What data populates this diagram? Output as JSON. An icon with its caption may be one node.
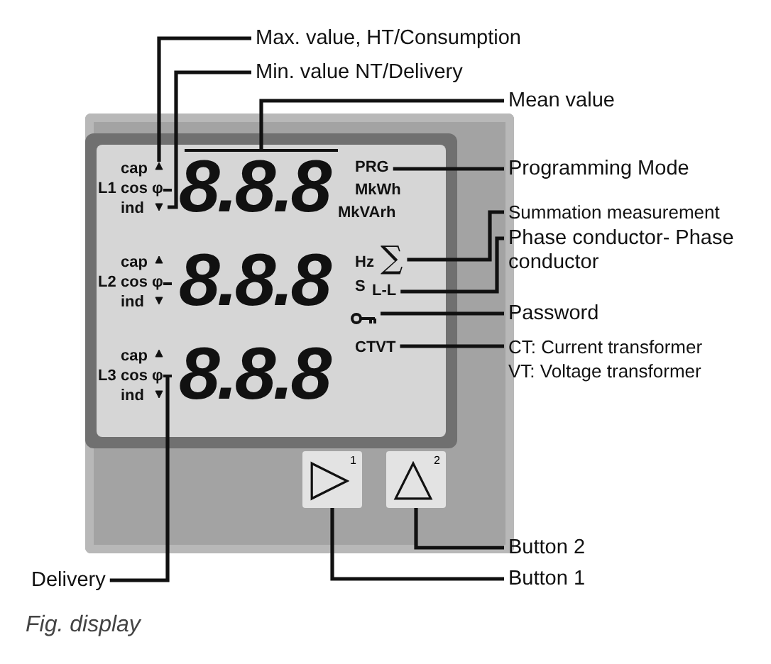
{
  "diagram": {
    "caption": "Fig. display",
    "nodes": [
      {
        "text": [
          "Max. value, HT/Consumption"
        ]
      },
      {
        "text": [
          "Min. value NT/Delivery"
        ]
      },
      {
        "text": [
          "Mean value"
        ]
      },
      {
        "text": [],
        "shape": "box"
      },
      {
        "text": [],
        "shape": "box",
        "in": 3
      },
      {
        "text": [],
        "shape": "triangle",
        "in": 4
      },
      {
        "text": [],
        "shape": "triangle",
        "in": 4
      },
      {
        "text": [],
        "shape": "bar",
        "in": 4
      },
      {
        "text": [
          "PRG"
        ],
        "in": 4
      },
      {
        "text": [
          "Programming Mode"
        ]
      },
      {
        "text": [
          "Summation measurement"
        ]
      },
      {
        "text": [
          "∑"
        ],
        "in": 4
      },
      {
        "text": [
          "Phase conductor- Phase conductor"
        ]
      },
      {
        "text": [
          "L-L"
        ],
        "in": 4
      },
      {
        "text": [
          "Password"
        ]
      },
      {
        "text": [],
        "shape": "key",
        "in": 4
      },
      {
        "text": [
          "CT: Current transformer",
          "VT: Voltage transformer"
        ]
      },
      {
        "text": [
          "CTVT"
        ],
        "in": 4
      },
      {
        "text": [],
        "shape": "bar",
        "in": 4
      },
      {
        "text": [
          "1"
        ],
        "in": 3
      },
      {
        "text": [
          "2"
        ],
        "in": 3
      },
      {
        "text": [
          "Button 2"
        ]
      },
      {
        "text": [
          "Button 1"
        ]
      },
      {
        "text": [
          "Delivery"
        ]
      }
    ],
    "edges": [
      {
        "from": 0,
        "to": 5,
        "arrow": "none"
      },
      {
        "from": 1,
        "to": 6,
        "arrow": "none"
      },
      {
        "from": 2,
        "to": 7,
        "arrow": "none"
      },
      {
        "from": 9,
        "to": 8,
        "arrow": "none"
      },
      {
        "from": 10,
        "to": 11,
        "arrow": "none"
      },
      {
        "from": 12,
        "to": 13,
        "arrow": "none"
      },
      {
        "from": 14,
        "to": 15,
        "arrow": "none"
      },
      {
        "from": 16,
        "to": 17,
        "arrow": "none"
      },
      {
        "from": 21,
        "to": 20,
        "arrow": "none"
      },
      {
        "from": 22,
        "to": 19,
        "arrow": "none"
      },
      {
        "from": 23,
        "to": 18,
        "arrow": "none"
      }
    ],
    "labels": [
      "L1",
      "cap",
      "cos φ",
      "ind",
      "8.8.8",
      "MkWh",
      "MkVArh",
      "L2",
      "cap",
      "cos φ",
      "ind",
      "8.8.8",
      "Hz",
      "S",
      "L3",
      "cap",
      "cos φ",
      "ind",
      "8.8.8"
    ]
  }
}
